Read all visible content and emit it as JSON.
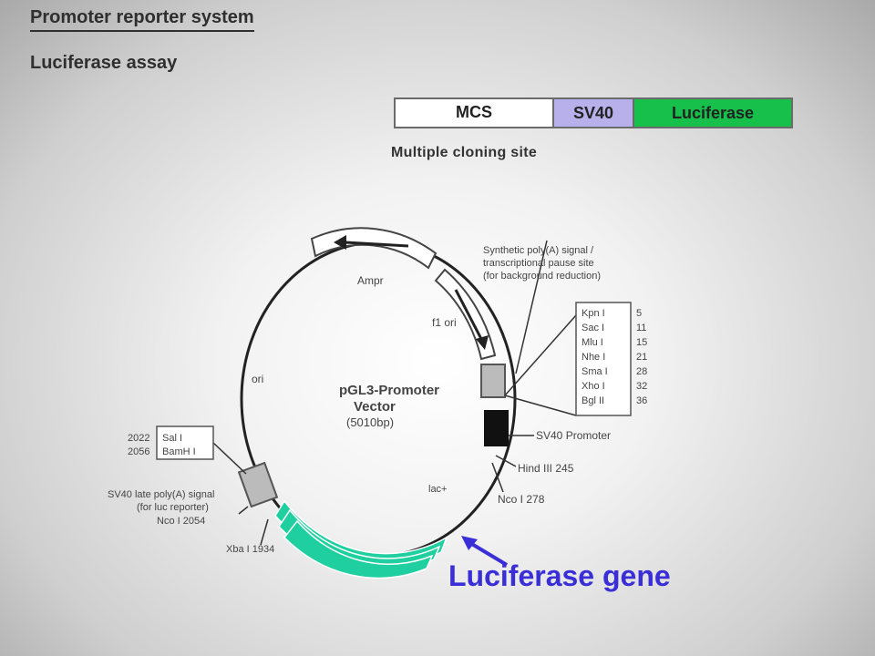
{
  "header": {
    "title": "Promoter reporter system",
    "subtitle": "Luciferase assay"
  },
  "construct": {
    "mcs_label": "MCS",
    "sv40_label": "SV40",
    "luciferase_label": "Luciferase",
    "caption": "Multiple cloning site",
    "colors": {
      "sv40": "#b7b0ea",
      "luciferase": "#16c04a"
    }
  },
  "plasmid": {
    "name_line1": "pGL3-Promoter",
    "name_line2": "Vector",
    "size": "(5010bp)",
    "amp": "Ampr",
    "f1_ori": "f1 ori",
    "ori": "ori",
    "lac": "lac+",
    "polyA_line1": "Synthetic poly(A) signal /",
    "polyA_line2": "transcriptional pause site",
    "polyA_line3": "(for background reduction)",
    "sv40_promoter": "SV40 Promoter",
    "hind": "Hind III 245",
    "nco": "Nco I 278",
    "sal_pos": "2022",
    "sal_name": "Sal I",
    "bam_pos": "2056",
    "bam_name": "BamH I",
    "late_line1": "SV40 late poly(A) signal",
    "late_line2": "(for luc reporter)",
    "nco2": "Nco I 2054",
    "xba": "Xba I 1934",
    "mcs_sites": [
      {
        "name": "Kpn I",
        "pos": "5"
      },
      {
        "name": "Sac I",
        "pos": "11"
      },
      {
        "name": "Mlu I",
        "pos": "15"
      },
      {
        "name": "Nhe I",
        "pos": "21"
      },
      {
        "name": "Sma I",
        "pos": "28"
      },
      {
        "name": "Xho I",
        "pos": "32"
      },
      {
        "name": "Bgl II",
        "pos": "36"
      }
    ],
    "gene_color": "#1fcf9f"
  },
  "annotation": {
    "luciferase_gene": "Luciferase gene",
    "color": "#3a2fd6"
  }
}
